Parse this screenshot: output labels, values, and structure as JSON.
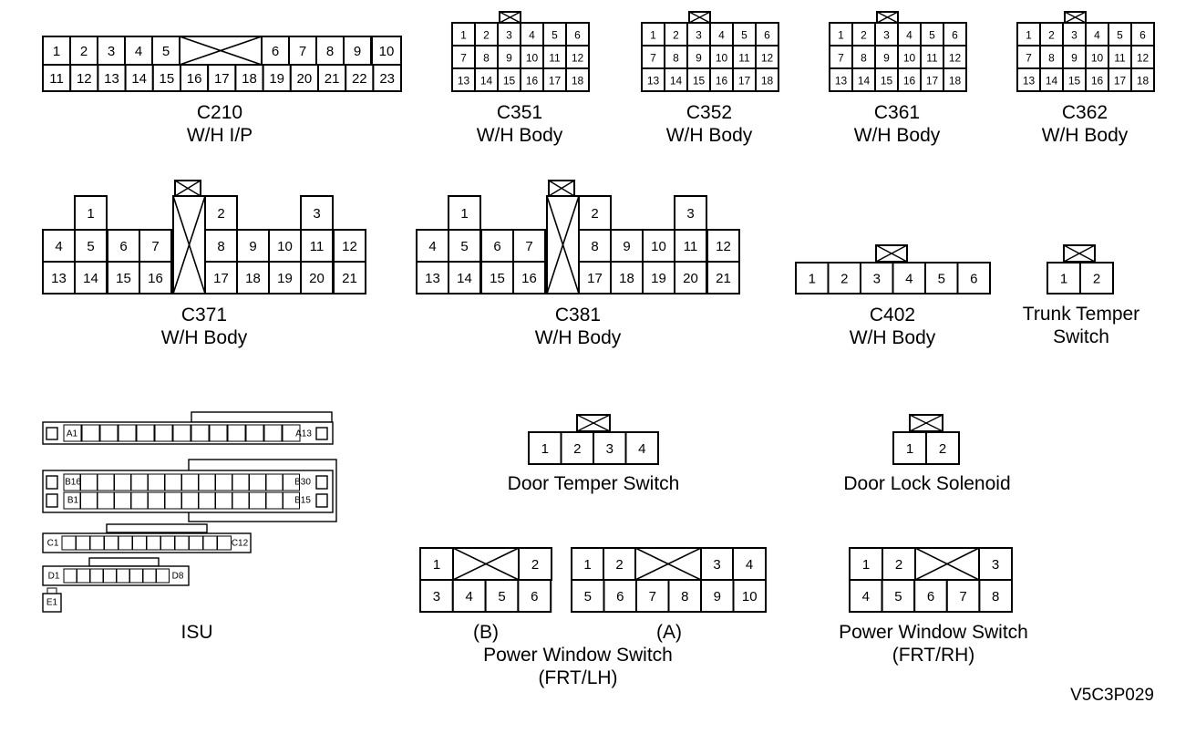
{
  "connectors": {
    "c210": {
      "id": "C210",
      "location": "W/H I/P",
      "top_row": [
        "1",
        "2",
        "3",
        "4",
        "5",
        "6",
        "7",
        "8",
        "9",
        "10"
      ],
      "bottom_row": [
        "11",
        "12",
        "13",
        "14",
        "15",
        "16",
        "17",
        "18",
        "19",
        "20",
        "21",
        "22",
        "23"
      ]
    },
    "c351": {
      "id": "C351",
      "location": "W/H Body",
      "rows": [
        [
          "1",
          "2",
          "3",
          "4",
          "5",
          "6"
        ],
        [
          "7",
          "8",
          "9",
          "10",
          "11",
          "12"
        ],
        [
          "13",
          "14",
          "15",
          "16",
          "17",
          "18"
        ]
      ]
    },
    "c352": {
      "id": "C352",
      "location": "W/H Body",
      "rows": [
        [
          "1",
          "2",
          "3",
          "4",
          "5",
          "6"
        ],
        [
          "7",
          "8",
          "9",
          "10",
          "11",
          "12"
        ],
        [
          "13",
          "14",
          "15",
          "16",
          "17",
          "18"
        ]
      ]
    },
    "c361": {
      "id": "C361",
      "location": "W/H Body",
      "rows": [
        [
          "1",
          "2",
          "3",
          "4",
          "5",
          "6"
        ],
        [
          "7",
          "8",
          "9",
          "10",
          "11",
          "12"
        ],
        [
          "13",
          "14",
          "15",
          "16",
          "17",
          "18"
        ]
      ]
    },
    "c362": {
      "id": "C362",
      "location": "W/H Body",
      "rows": [
        [
          "1",
          "2",
          "3",
          "4",
          "5",
          "6"
        ],
        [
          "7",
          "8",
          "9",
          "10",
          "11",
          "12"
        ],
        [
          "13",
          "14",
          "15",
          "16",
          "17",
          "18"
        ]
      ]
    },
    "c371": {
      "id": "C371",
      "location": "W/H Body",
      "top": [
        "1",
        "2",
        "3"
      ],
      "middle": [
        "4",
        "5",
        "6",
        "7",
        "8",
        "9",
        "10",
        "11",
        "12"
      ],
      "bottom": [
        "13",
        "14",
        "15",
        "16",
        "17",
        "18",
        "19",
        "20",
        "21"
      ]
    },
    "c381": {
      "id": "C381",
      "location": "W/H Body",
      "top": [
        "1",
        "2",
        "3"
      ],
      "middle": [
        "4",
        "5",
        "6",
        "7",
        "8",
        "9",
        "10",
        "11",
        "12"
      ],
      "bottom": [
        "13",
        "14",
        "15",
        "16",
        "17",
        "18",
        "19",
        "20",
        "21"
      ]
    },
    "c402": {
      "id": "C402",
      "location": "W/H Body",
      "pins": [
        "1",
        "2",
        "3",
        "4",
        "5",
        "6"
      ]
    },
    "trunk": {
      "line1": "Trunk Temper",
      "line2": "Switch",
      "pins": [
        "1",
        "2"
      ]
    },
    "isu": {
      "label": "ISU",
      "a_first": "A1",
      "a_last": "A13",
      "b_top": "B16",
      "b_top_end": "B30",
      "b_bottom": "B1",
      "b_bottom_end": "B15",
      "c_first": "C1",
      "c_last": "C12",
      "d_first": "D1",
      "d_last": "D8",
      "e": "E1"
    },
    "door_temper": {
      "label": "Door Temper Switch",
      "pins": [
        "1",
        "2",
        "3",
        "4"
      ]
    },
    "door_lock": {
      "label": "Door Lock Solenoid",
      "pins": [
        "1",
        "2"
      ]
    },
    "pws_lh": {
      "b_tag": "(B)",
      "a_tag": "(A)",
      "line1": "Power Window Switch",
      "line2": "(FRT/LH)",
      "b_top": [
        "1",
        "2"
      ],
      "b_bottom": [
        "3",
        "4",
        "5",
        "6"
      ],
      "a_top": [
        "1",
        "2",
        "3",
        "4"
      ],
      "a_bottom": [
        "5",
        "6",
        "7",
        "8",
        "9",
        "10"
      ]
    },
    "pws_rh": {
      "line1": "Power Window Switch",
      "line2": "(FRT/RH)",
      "top": [
        "1",
        "2",
        "3"
      ],
      "bottom": [
        "4",
        "5",
        "6",
        "7",
        "8"
      ]
    }
  },
  "figure_code": "V5C3P029"
}
